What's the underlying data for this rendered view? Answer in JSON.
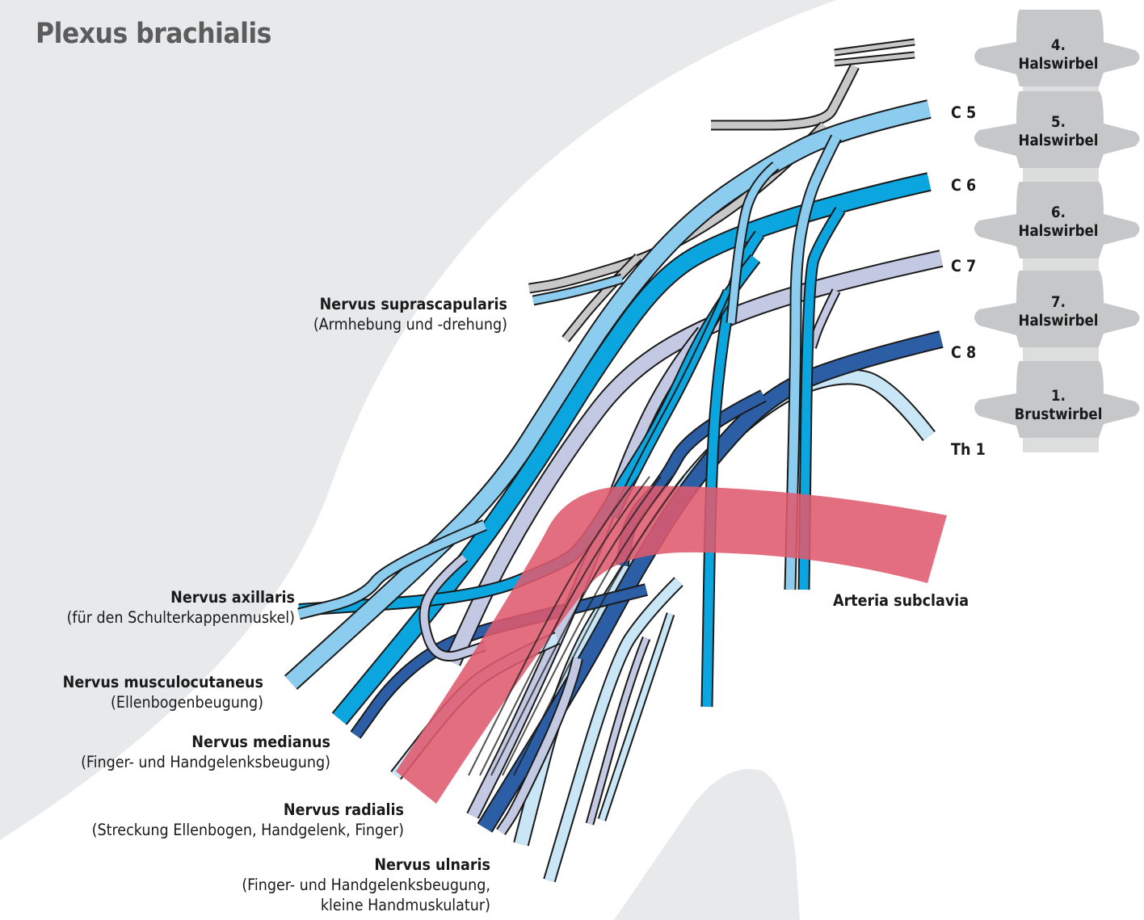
{
  "title": "Plexus brachialis",
  "colors": {
    "background": "#ffffff",
    "backdrop": "#e8e9ea",
    "vertebra": "#c6c7c8",
    "outline": "#1a1a1a",
    "C5": "#8ccdef",
    "C6": "#0ba6e0",
    "C7": "#c4c9e3",
    "C8": "#2c5ea6",
    "Th1": "#c8e6f6",
    "cervical": "#c8c8c8",
    "artery": "#de5a6e"
  },
  "nerves": [
    {
      "name": "Nervus suprascapularis",
      "desc": [
        "(Armhebung und -drehung)"
      ]
    },
    {
      "name": "Nervus axillaris",
      "desc": [
        "(für den Schulterkappenmuskel)"
      ]
    },
    {
      "name": "Nervus musculocutaneus",
      "desc": [
        "(Ellenbogenbeugung)"
      ]
    },
    {
      "name": "Nervus medianus",
      "desc": [
        "(Finger- und Handgelenksbeugung)"
      ]
    },
    {
      "name": "Nervus radialis",
      "desc": [
        "(Streckung Ellenbogen, Handgelenk, Finger)"
      ]
    },
    {
      "name": "Nervus ulnaris",
      "desc": [
        "(Finger- und Handgelenksbeugung,",
        "kleine Handmuskulatur)"
      ]
    }
  ],
  "roots": [
    "C 5",
    "C 6",
    "C 7",
    "C 8",
    "Th 1"
  ],
  "artery_label": "Arteria subclavia",
  "vertebrae": [
    {
      "number": "4.",
      "name": "Halswirbel"
    },
    {
      "number": "5.",
      "name": "Halswirbel"
    },
    {
      "number": "6.",
      "name": "Halswirbel"
    },
    {
      "number": "7.",
      "name": "Halswirbel"
    },
    {
      "number": "1.",
      "name": "Brustwirbel"
    }
  ]
}
